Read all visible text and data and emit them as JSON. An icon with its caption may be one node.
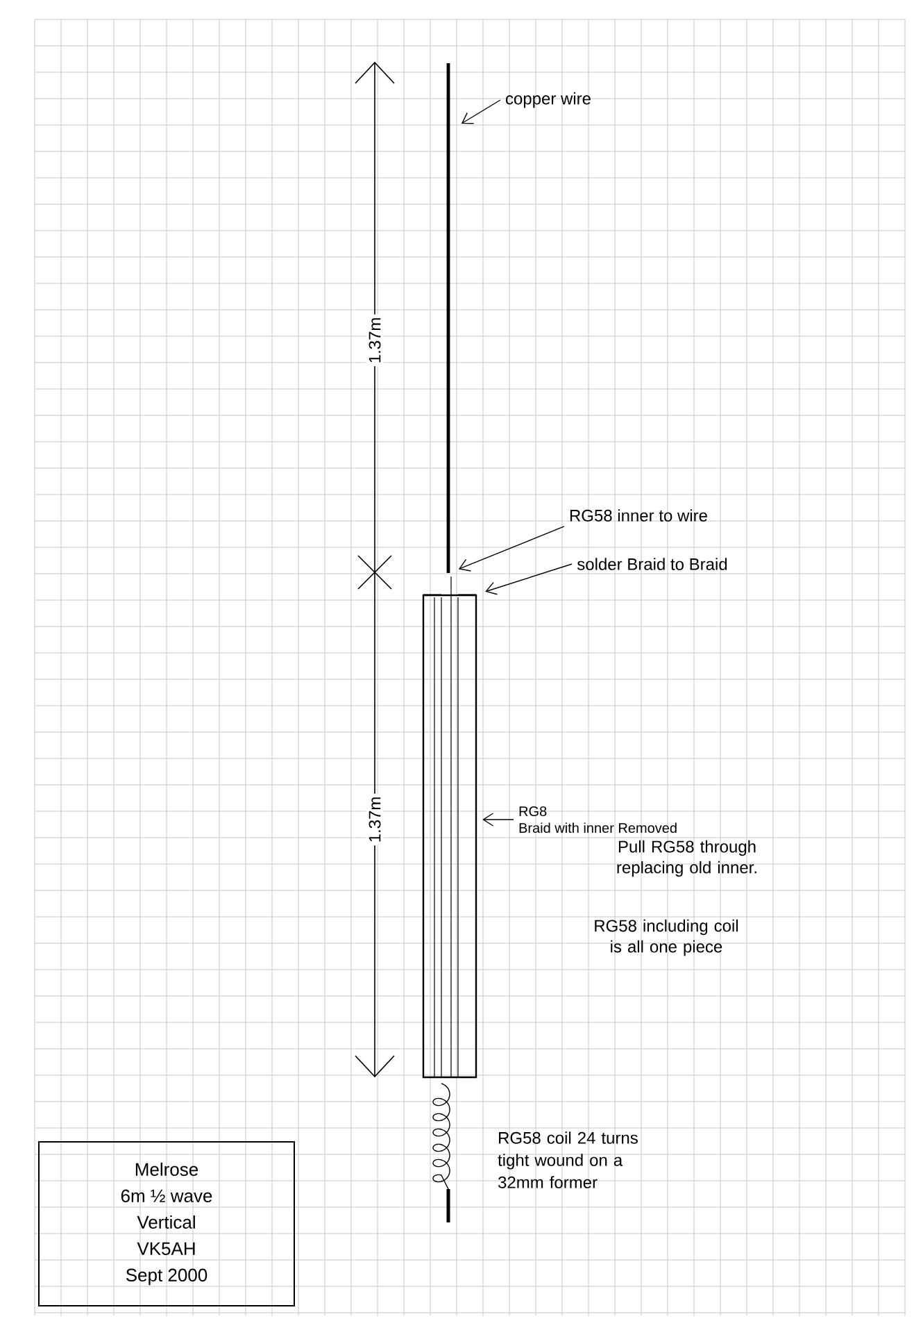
{
  "diagram": {
    "nodes": [
      {
        "text": [
          "copper wire"
        ]
      },
      {
        "text": [
          "RG58 inner to wire"
        ]
      },
      {
        "text": [
          "solder Braid to Braid"
        ]
      },
      {
        "text": [
          "RG8",
          "Braid with inner Removed"
        ]
      },
      {
        "text": [],
        "shape": "bar"
      },
      {
        "text": [],
        "shape": "box"
      },
      {
        "text": [
          "Melrose",
          "6m ½ wave",
          "Vertical",
          "VK5AH",
          "Sept 2000"
        ]
      }
    ],
    "edges": [
      {
        "from": 0,
        "to": 4,
        "arrow": "to"
      },
      {
        "from": 1,
        "to": 4,
        "arrow": "to"
      },
      {
        "from": 2,
        "to": 5,
        "arrow": "to"
      },
      {
        "from": 3,
        "to": 5,
        "arrow": "to"
      }
    ],
    "labels": [
      "1.37m",
      "1.37m",
      "Pull RG58 through replacing old inner.",
      "RG58 including coil is all one piece",
      "RG58 coil 24 turns tight wound on a 32mm former"
    ]
  }
}
